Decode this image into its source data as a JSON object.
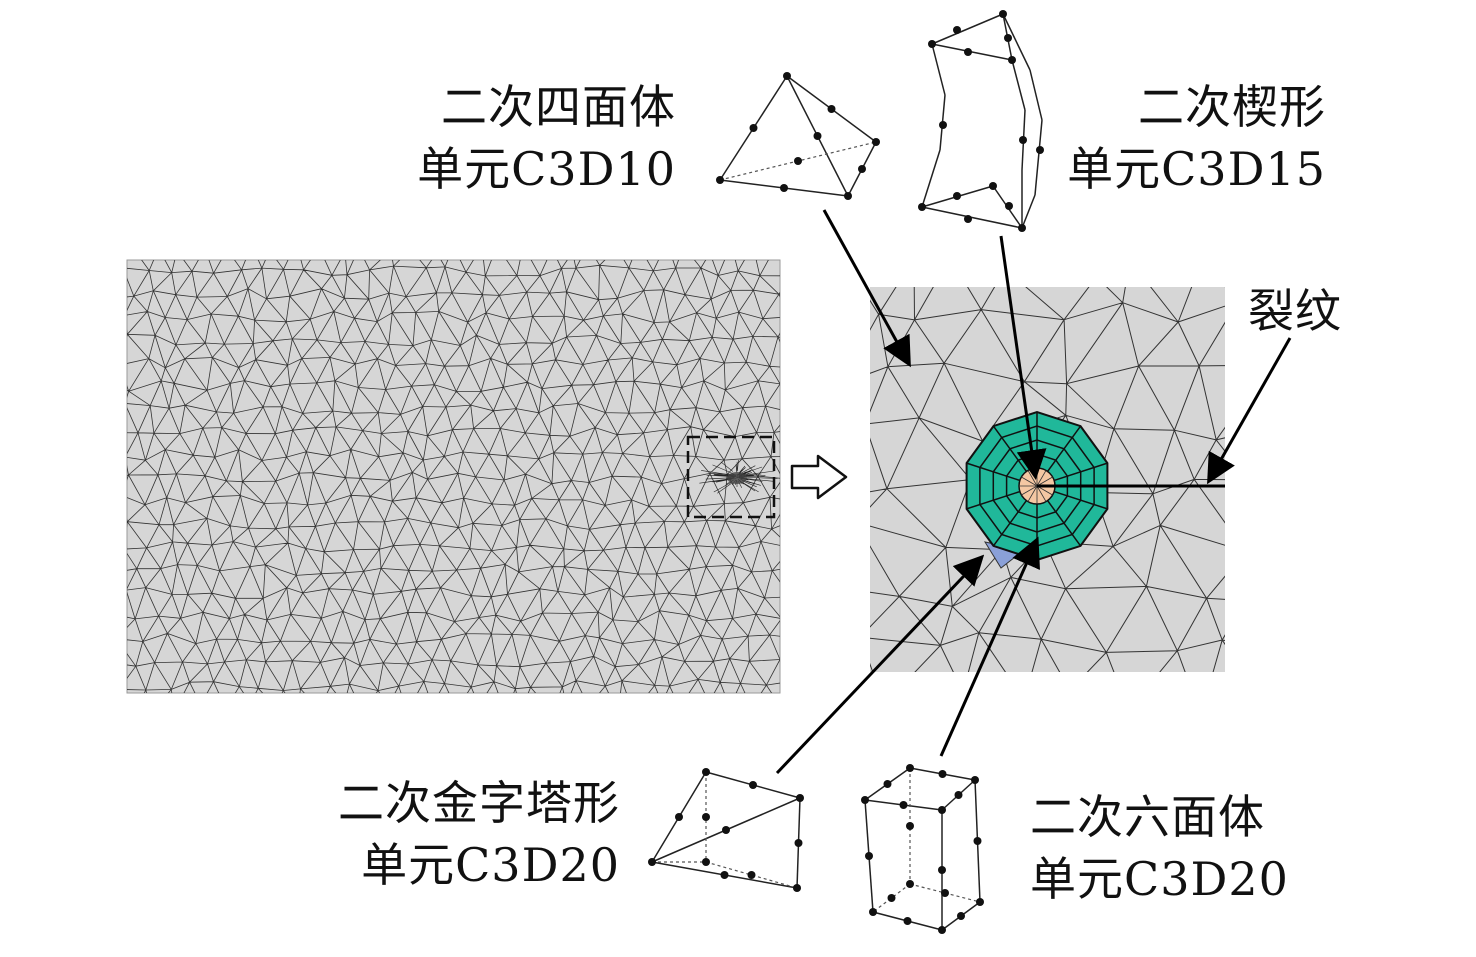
{
  "labels": {
    "tet": {
      "line1": "二次四面体",
      "line2": "单元C3D10"
    },
    "wedge": {
      "line1": "二次楔形",
      "line2": "单元C3D15"
    },
    "crack": "裂纹",
    "pyramid": {
      "line1": "二次金字塔形",
      "line2": "单元C3D20"
    },
    "hex": {
      "line1": "二次六面体",
      "line2": "单元C3D20"
    }
  },
  "colors": {
    "mesh_bg": "#d6d6d6",
    "mesh_line": "#333333",
    "ring_elements": "#20b89a",
    "crack_tip_core": "#f4c7a3",
    "pyramid_fill": "#8aa0d8",
    "arrow": "#000000"
  }
}
